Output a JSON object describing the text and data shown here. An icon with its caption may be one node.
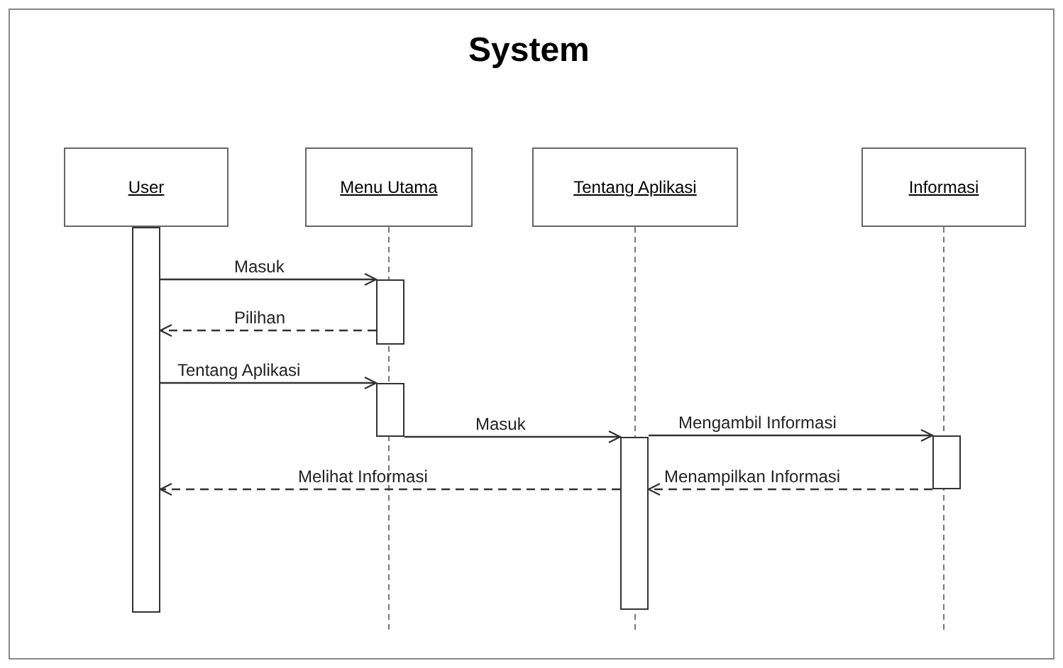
{
  "diagram": {
    "title": "System",
    "nodes": [
      {
        "text": [
          "User"
        ]
      },
      {
        "text": [
          "Menu Utama"
        ]
      },
      {
        "text": [
          "Tentang Aplikasi"
        ]
      },
      {
        "text": [
          "Informasi"
        ]
      },
      {
        "text": [],
        "shape": "bar"
      },
      {
        "text": [],
        "shape": "bar"
      },
      {
        "text": [],
        "shape": "bar"
      },
      {
        "text": [],
        "shape": "bar"
      },
      {
        "text": [],
        "shape": "bar"
      }
    ],
    "edges": [
      {
        "from": 4,
        "to": 5,
        "arrow": "to",
        "label": "Masuk"
      },
      {
        "from": 5,
        "to": 4,
        "arrow": "to",
        "label": "Pilihan",
        "style": "dashed"
      },
      {
        "from": 4,
        "to": 6,
        "arrow": "to",
        "label": "Tentang Aplikasi"
      },
      {
        "from": 6,
        "to": 7,
        "arrow": "to",
        "label": "Masuk"
      },
      {
        "from": 7,
        "to": 8,
        "arrow": "to",
        "label": "Mengambil Informasi"
      },
      {
        "from": 8,
        "to": 7,
        "arrow": "to",
        "label": "Menampilkan Informasi",
        "style": "dashed"
      },
      {
        "from": 7,
        "to": 4,
        "arrow": "to",
        "label": "Melihat Informasi",
        "style": "dashed"
      }
    ]
  }
}
